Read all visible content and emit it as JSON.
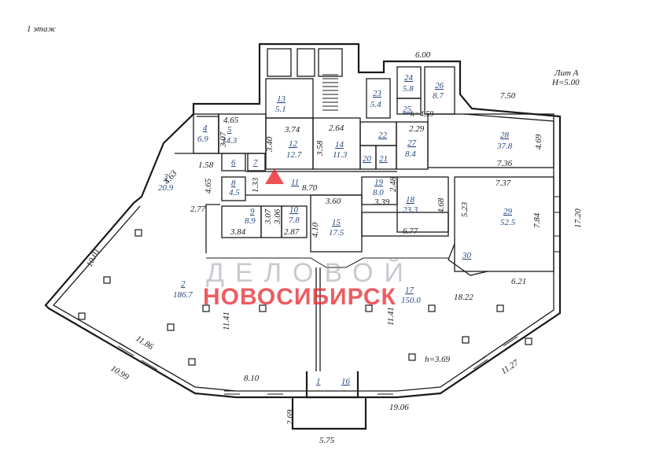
{
  "floor_label": "1 этаж",
  "building": {
    "letter": "Лит А",
    "height": "H=5.00"
  },
  "ceiling_heights": {
    "upper": "h=4.59",
    "hall": "h=3.69"
  },
  "rooms": [
    {
      "id": "1",
      "area": ""
    },
    {
      "id": "2",
      "area": "186.7"
    },
    {
      "id": "3",
      "area": "20.9"
    },
    {
      "id": "4",
      "area": "6.9"
    },
    {
      "id": "5",
      "area": "14.3"
    },
    {
      "id": "6",
      "area": ""
    },
    {
      "id": "7",
      "area": ""
    },
    {
      "id": "8",
      "area": "4.5"
    },
    {
      "id": "9",
      "area": "8.9"
    },
    {
      "id": "10",
      "area": "7.8"
    },
    {
      "id": "11",
      "area": ""
    },
    {
      "id": "12",
      "area": "12.7"
    },
    {
      "id": "13",
      "area": "5.1"
    },
    {
      "id": "14",
      "area": "11.3"
    },
    {
      "id": "15",
      "area": "17.5"
    },
    {
      "id": "16",
      "area": ""
    },
    {
      "id": "17",
      "area": "150.0"
    },
    {
      "id": "18",
      "area": "23.3"
    },
    {
      "id": "19",
      "area": "8.0"
    },
    {
      "id": "20",
      "area": ""
    },
    {
      "id": "21",
      "area": ""
    },
    {
      "id": "22",
      "area": ""
    },
    {
      "id": "23",
      "area": "5.4"
    },
    {
      "id": "24",
      "area": "5.8"
    },
    {
      "id": "25",
      "area": ""
    },
    {
      "id": "26",
      "area": "8.7"
    },
    {
      "id": "27",
      "area": "8.4"
    },
    {
      "id": "28",
      "area": "37.8"
    },
    {
      "id": "29",
      "area": "52.5"
    },
    {
      "id": "30",
      "area": ""
    }
  ],
  "dimensions": [
    "6.00",
    "7.50",
    "4.65",
    "3.74",
    "2.64",
    "2.29",
    "3.07",
    "3.40",
    "3.58",
    "4.69",
    "1.58",
    "4.65",
    "4.63",
    "2.77",
    "1.33",
    "8.70",
    "3.60",
    "2.48",
    "3.39",
    "7.36",
    "7.37",
    "5.23",
    "4.68",
    "3.07",
    "3.06",
    "4.10",
    "2.87",
    "3.84",
    "6.77",
    "7.84",
    "17.20",
    "6.21",
    "18.22",
    "10.01",
    "11.41",
    "11.41",
    "11.86",
    "10.99",
    "8.10",
    "19.06",
    "11.27",
    "2.69",
    "5.75"
  ],
  "watermark": {
    "line1": "ДЕЛОВОЙ",
    "line2": "НОВОСИБИРСК"
  },
  "colors": {
    "ink": "#1a1a1a",
    "room_label": "#2b4a80",
    "watermark_red": "#e8262d",
    "watermark_grey": "#9aa0a8"
  }
}
